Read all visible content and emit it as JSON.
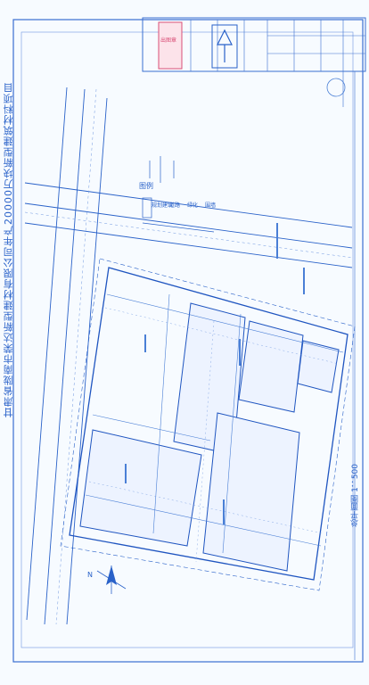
{
  "drawing": {
    "project_title": "甘肃省陇南市荣达新型建材有限公司年产20000万块新型建筑材料项目",
    "view_name": "总平面图 1：500",
    "north_arrow_label": "N",
    "legend_title": "图例",
    "legend_items": [
      "规划建筑",
      "道路",
      "绿化",
      "围墙"
    ],
    "stamp_text": "出图章",
    "line_color": "#2a62c9"
  }
}
